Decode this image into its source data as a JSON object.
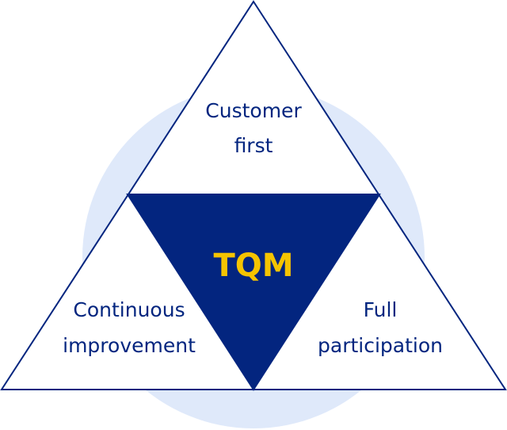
{
  "diagram": {
    "center": "TQM",
    "top": {
      "line1": "Customer",
      "line2": "first"
    },
    "left": {
      "line1": "Continuous",
      "line2": "improvement"
    },
    "right": {
      "line1": "Full",
      "line2": "participation"
    }
  },
  "colors": {
    "navy": "#03257f",
    "yellow": "#f5c400",
    "circle": "#dfe9fa",
    "white": "#ffffff"
  }
}
